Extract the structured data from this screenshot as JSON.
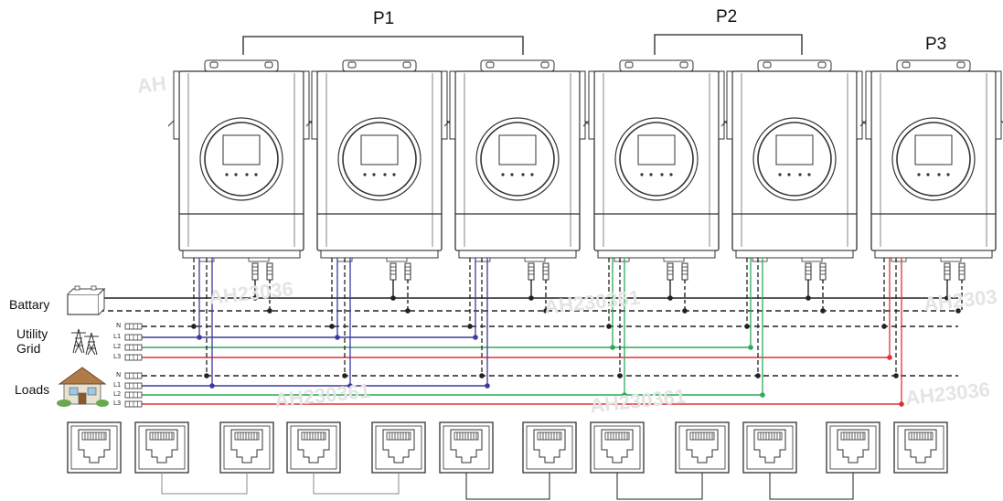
{
  "groups": [
    {
      "label": "P1"
    },
    {
      "label": "P2"
    },
    {
      "label": "P3"
    }
  ],
  "inverter_count": 6,
  "side_labels": {
    "battery": "Battary",
    "utility_line1": "Utility",
    "utility_line2": "Grid",
    "loads": "Loads"
  },
  "terminal_labels": [
    "N",
    "L1",
    "L2",
    "L3"
  ],
  "watermarks": [
    "AH",
    "AH23036",
    "AH230361",
    "AH230361",
    "AH230361",
    "AH23036",
    "AH2303"
  ],
  "colors": {
    "neutral": "#222222",
    "L1": "#3a3aa0",
    "L2": "#2eaa5a",
    "L3": "#e0303a",
    "outline": "#333333"
  },
  "icons": [
    "battery-icon",
    "transmission-tower-icon",
    "house-icon",
    "rj45-port-icon"
  ]
}
